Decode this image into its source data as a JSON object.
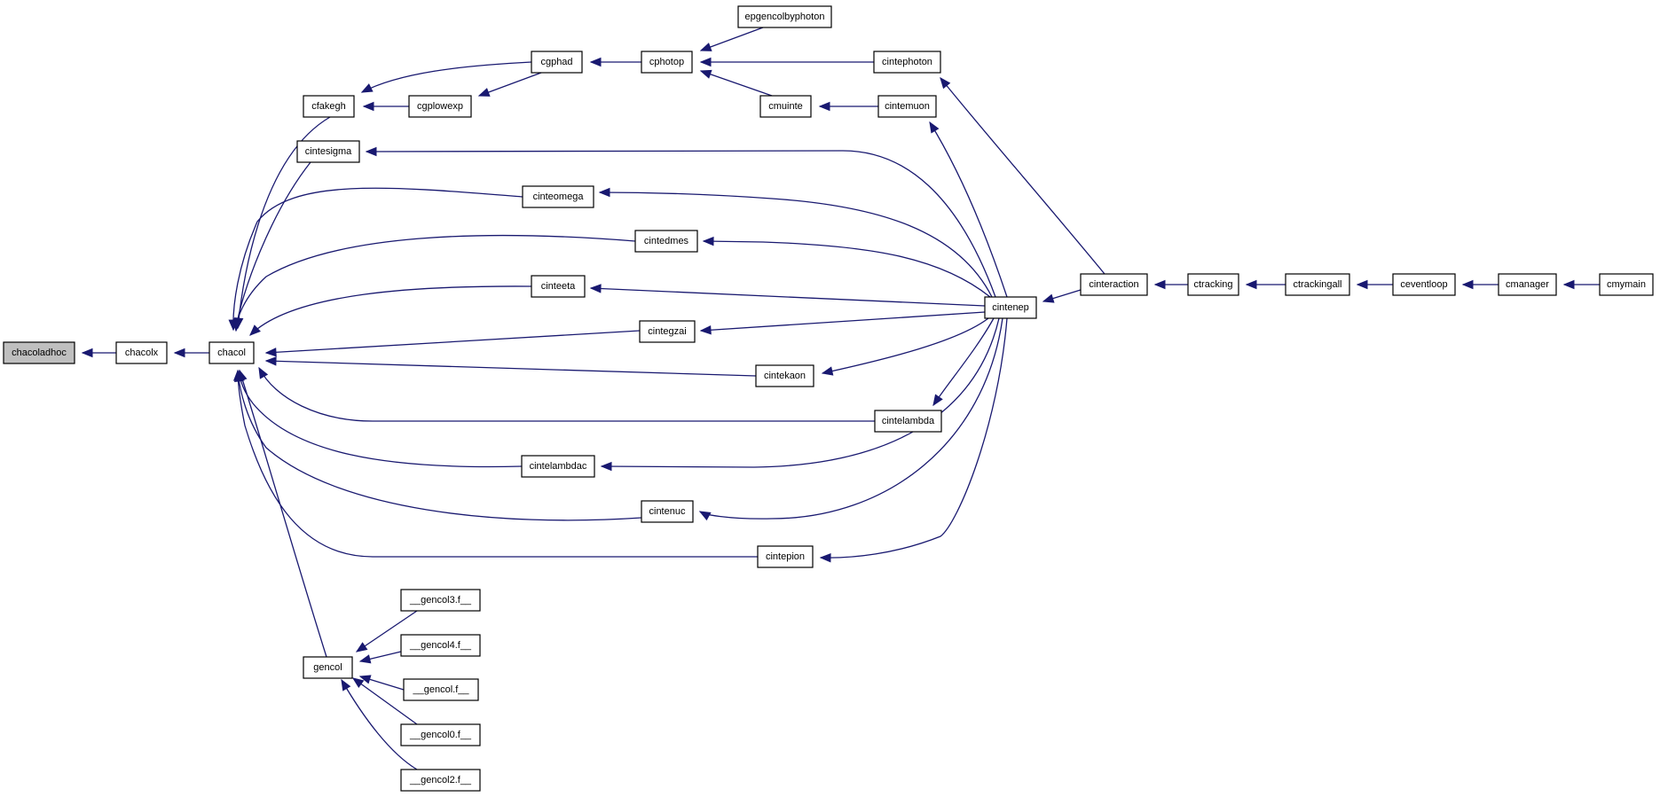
{
  "graph": {
    "colors": {
      "edge": "#191970",
      "node_border": "#000000",
      "root_fill": "#bfbfbf",
      "node_fill": "#ffffff"
    },
    "nodes": [
      {
        "id": "chacoladhoc",
        "label": "chacoladhoc",
        "highlighted": true
      },
      {
        "id": "chacolx",
        "label": "chacolx"
      },
      {
        "id": "chacol",
        "label": "chacol"
      },
      {
        "id": "cfakegh",
        "label": "cfakegh"
      },
      {
        "id": "cintesigma",
        "label": "cintesigma"
      },
      {
        "id": "gencol",
        "label": "gencol"
      },
      {
        "id": "cgplowexp",
        "label": "cgplowexp"
      },
      {
        "id": "cgphad",
        "label": "cgphad"
      },
      {
        "id": "cphotop",
        "label": "cphotop"
      },
      {
        "id": "epgencolbyphoton",
        "label": "epgencolbyphoton"
      },
      {
        "id": "cmuinte",
        "label": "cmuinte"
      },
      {
        "id": "cintephoton",
        "label": "cintephoton"
      },
      {
        "id": "cintemuon",
        "label": "cintemuon"
      },
      {
        "id": "cinteomega",
        "label": "cinteomega"
      },
      {
        "id": "cintedmes",
        "label": "cintedmes"
      },
      {
        "id": "cinteeta",
        "label": "cinteeta"
      },
      {
        "id": "cintegzai",
        "label": "cintegzai"
      },
      {
        "id": "cintekaon",
        "label": "cintekaon"
      },
      {
        "id": "cintelambda",
        "label": "cintelambda"
      },
      {
        "id": "cintelambdac",
        "label": "cintelambdac"
      },
      {
        "id": "cintenuc",
        "label": "cintenuc"
      },
      {
        "id": "cintepion",
        "label": "cintepion"
      },
      {
        "id": "cintenep",
        "label": "cintenep"
      },
      {
        "id": "cinteraction",
        "label": "cinteraction"
      },
      {
        "id": "ctracking",
        "label": "ctracking"
      },
      {
        "id": "ctrackingall",
        "label": "ctrackingall"
      },
      {
        "id": "ceventloop",
        "label": "ceventloop"
      },
      {
        "id": "cmanager",
        "label": "cmanager"
      },
      {
        "id": "cmymain",
        "label": "cmymain"
      },
      {
        "id": "gencol3",
        "label": "__gencol3.f__"
      },
      {
        "id": "gencol4",
        "label": "__gencol4.f__"
      },
      {
        "id": "gencolf",
        "label": "__gencol.f__"
      },
      {
        "id": "gencol0",
        "label": "__gencol0.f__"
      },
      {
        "id": "gencol2",
        "label": "__gencol2.f__"
      }
    ],
    "edges": [
      {
        "from": "chacolx",
        "to": "chacoladhoc"
      },
      {
        "from": "chacol",
        "to": "chacolx"
      },
      {
        "from": "cfakegh",
        "to": "chacol"
      },
      {
        "from": "cintesigma",
        "to": "chacol"
      },
      {
        "from": "cinteomega",
        "to": "chacol"
      },
      {
        "from": "cintedmes",
        "to": "chacol"
      },
      {
        "from": "cinteeta",
        "to": "chacol"
      },
      {
        "from": "cintegzai",
        "to": "chacol"
      },
      {
        "from": "cintekaon",
        "to": "chacol"
      },
      {
        "from": "cintelambda",
        "to": "chacol"
      },
      {
        "from": "cintelambdac",
        "to": "chacol"
      },
      {
        "from": "cintenuc",
        "to": "chacol"
      },
      {
        "from": "cintepion",
        "to": "chacol"
      },
      {
        "from": "gencol",
        "to": "chacol"
      },
      {
        "from": "cgphad",
        "to": "cfakegh"
      },
      {
        "from": "cgplowexp",
        "to": "cfakegh"
      },
      {
        "from": "cgphad",
        "to": "cgplowexp"
      },
      {
        "from": "cphotop",
        "to": "cgphad"
      },
      {
        "from": "epgencolbyphoton",
        "to": "cphotop"
      },
      {
        "from": "cintephoton",
        "to": "cphotop"
      },
      {
        "from": "cmuinte",
        "to": "cphotop"
      },
      {
        "from": "cintemuon",
        "to": "cmuinte"
      },
      {
        "from": "cinteraction",
        "to": "cintephoton"
      },
      {
        "from": "cintenep",
        "to": "cintemuon"
      },
      {
        "from": "cintenep",
        "to": "cintesigma"
      },
      {
        "from": "cintenep",
        "to": "cinteomega"
      },
      {
        "from": "cintenep",
        "to": "cintedmes"
      },
      {
        "from": "cintenep",
        "to": "cinteeta"
      },
      {
        "from": "cintenep",
        "to": "cintegzai"
      },
      {
        "from": "cintenep",
        "to": "cintekaon"
      },
      {
        "from": "cintenep",
        "to": "cintelambda"
      },
      {
        "from": "cintenep",
        "to": "cintelambdac"
      },
      {
        "from": "cintenep",
        "to": "cintenuc"
      },
      {
        "from": "cintenep",
        "to": "cintepion"
      },
      {
        "from": "cinteraction",
        "to": "cintenep"
      },
      {
        "from": "ctracking",
        "to": "cinteraction"
      },
      {
        "from": "ctrackingall",
        "to": "ctracking"
      },
      {
        "from": "ceventloop",
        "to": "ctrackingall"
      },
      {
        "from": "cmanager",
        "to": "ceventloop"
      },
      {
        "from": "cmymain",
        "to": "cmanager"
      },
      {
        "from": "gencol3",
        "to": "gencol"
      },
      {
        "from": "gencol4",
        "to": "gencol"
      },
      {
        "from": "gencolf",
        "to": "gencol"
      },
      {
        "from": "gencol0",
        "to": "gencol"
      },
      {
        "from": "gencol2",
        "to": "gencol"
      }
    ]
  }
}
